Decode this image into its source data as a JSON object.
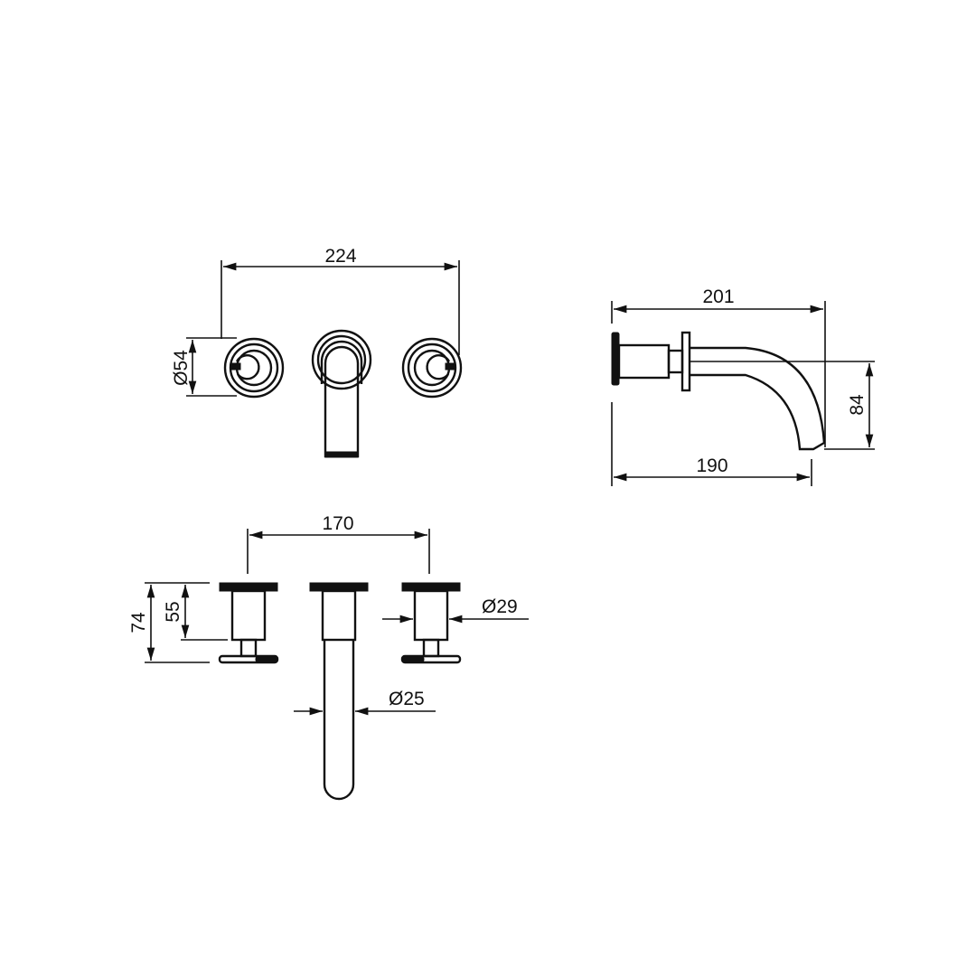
{
  "drawing": {
    "front_view": {
      "overall_width": "224",
      "escutcheon_diameter": "Ø54"
    },
    "side_view": {
      "overall_projection": "201",
      "spout_reach": "190",
      "spout_drop": "84"
    },
    "top_view": {
      "handle_spacing": "170",
      "overall_depth": "74",
      "handle_depth": "55",
      "handle_diameter": "Ø29",
      "spout_diameter": "Ø25"
    },
    "colors": {
      "line": "#111111",
      "background": "#ffffff"
    }
  }
}
